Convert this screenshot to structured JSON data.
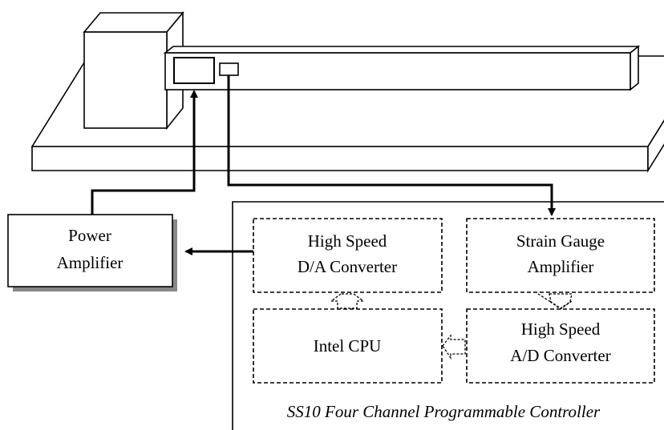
{
  "power_amplifier": {
    "line1": "Power",
    "line2": "Amplifier"
  },
  "controller": {
    "title": "SS10 Four Channel Programmable Controller",
    "da_converter": {
      "line1": "High Speed",
      "line2": "D/A Converter"
    },
    "strain_gauge": {
      "line1": "Strain Gauge",
      "line2": "Amplifier"
    },
    "cpu": {
      "line1": "Intel CPU"
    },
    "ad_converter": {
      "line1": "High Speed",
      "line2": "A/D Converter"
    }
  }
}
